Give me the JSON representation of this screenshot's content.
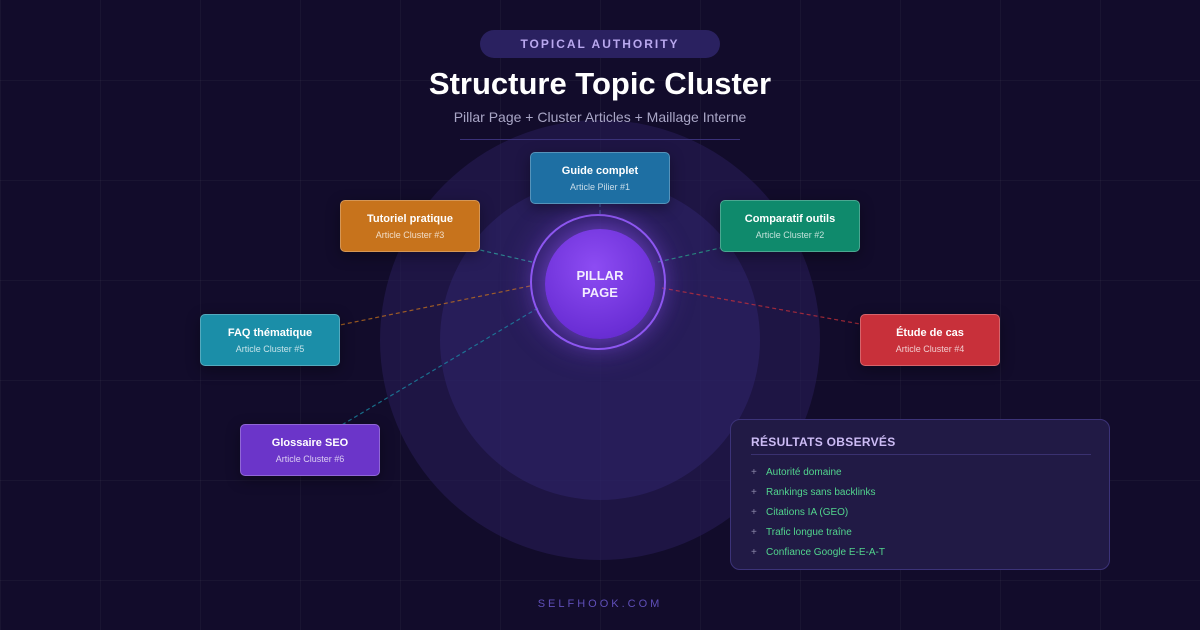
{
  "header": {
    "badge": "TOPICAL AUTHORITY",
    "title": "Structure Topic Cluster",
    "subtitle": "Pillar Page + Cluster Articles + Maillage Interne"
  },
  "pillar": {
    "line1": "PILLAR",
    "line2": "PAGE",
    "color": "#7a3ae6"
  },
  "nodes": [
    {
      "title": "Guide complet",
      "subtitle": "Article Pilier #1",
      "color": "#1e6fa3",
      "link_color": "#4a6fb0"
    },
    {
      "title": "Comparatif outils",
      "subtitle": "Article Cluster #2",
      "color": "#0f8a6c",
      "link_color": "#2aa58a"
    },
    {
      "title": "Tutoriel pratique",
      "subtitle": "Article Cluster #3",
      "color": "#c7731c",
      "link_color": "#2fa6a0"
    },
    {
      "title": "Étude de cas",
      "subtitle": "Article Cluster #4",
      "color": "#c8303a",
      "link_color": "#c8303a"
    },
    {
      "title": "FAQ thématique",
      "subtitle": "Article Cluster #5",
      "color": "#1b8ea8",
      "link_color": "#c7731c"
    },
    {
      "title": "Glossaire SEO",
      "subtitle": "Article Cluster #6",
      "color": "#6b35c9",
      "link_color": "#1b8ea8"
    }
  ],
  "results": {
    "title": "RÉSULTATS OBSERVÉS",
    "bullet": "+",
    "items": [
      "Autorité domaine",
      "Rankings sans backlinks",
      "Citations IA (GEO)",
      "Trafic longue traîne",
      "Confiance Google E-E-A-T"
    ]
  },
  "footer": "SELFHOOK.COM"
}
